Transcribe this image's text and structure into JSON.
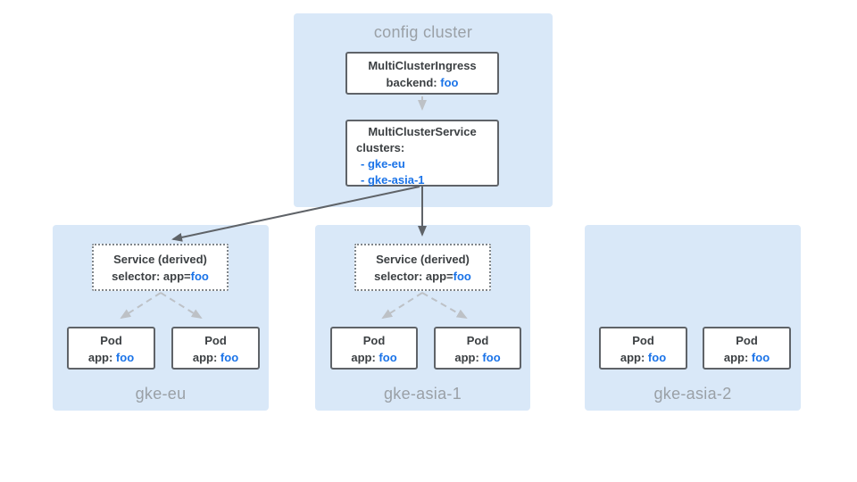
{
  "colors": {
    "cluster_bg": "#d9e8f8",
    "box_border": "#5f6368",
    "dotted_border": "#80868b",
    "text_dark": "#3c4043",
    "text_gray": "#9aa0a6",
    "accent_blue": "#1a73e8",
    "arrow_dark": "#5f6368",
    "arrow_light": "#bdc1c6"
  },
  "config_cluster": {
    "title": "config cluster",
    "ingress": {
      "title": "MultiClusterIngress",
      "backend_label": "backend: ",
      "backend_value": "foo"
    },
    "service": {
      "title": "MultiClusterService",
      "clusters_label": "clusters:",
      "cluster_items": [
        "- gke-eu",
        "- gke-asia-1"
      ]
    }
  },
  "clusters": [
    {
      "name": "gke-eu",
      "service": {
        "title": "Service (derived)",
        "selector_label": "selector: app=",
        "selector_value": "foo"
      },
      "pods": [
        {
          "title": "Pod",
          "label": "app: ",
          "value": "foo"
        },
        {
          "title": "Pod",
          "label": "app: ",
          "value": "foo"
        }
      ]
    },
    {
      "name": "gke-asia-1",
      "service": {
        "title": "Service (derived)",
        "selector_label": "selector: app=",
        "selector_value": "foo"
      },
      "pods": [
        {
          "title": "Pod",
          "label": "app: ",
          "value": "foo"
        },
        {
          "title": "Pod",
          "label": "app: ",
          "value": "foo"
        }
      ]
    },
    {
      "name": "gke-asia-2",
      "pods": [
        {
          "title": "Pod",
          "label": "app: ",
          "value": "foo"
        },
        {
          "title": "Pod",
          "label": "app: ",
          "value": "foo"
        }
      ]
    }
  ]
}
